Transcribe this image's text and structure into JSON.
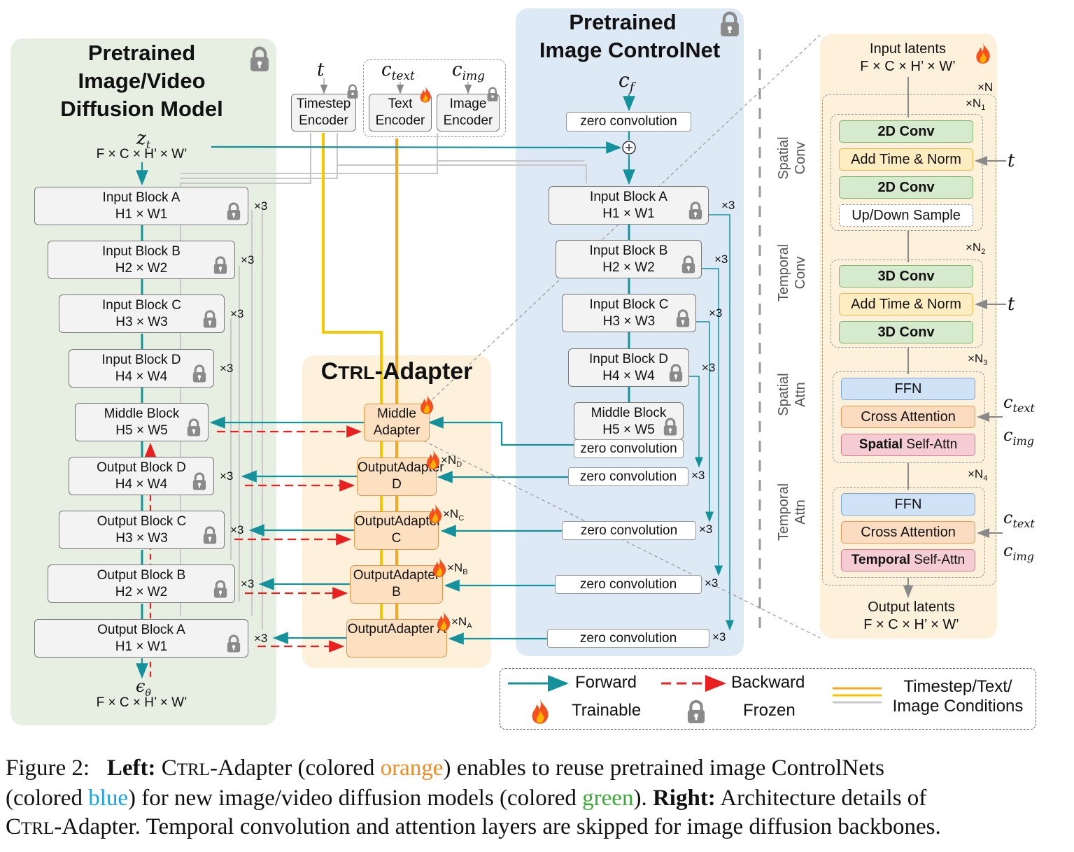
{
  "colors": {
    "green_panel": "#e6efe1",
    "blue_panel": "#dde9f5",
    "orange_panel": "#fdf1dc",
    "forward": "#14919b",
    "backward": "#e8201f",
    "cond_orange": "#f5a623",
    "cond_yellow": "#f7c600",
    "cond_gray": "#c0c0c0",
    "caption_orange": "#f08c24",
    "caption_blue": "#1aa3e8",
    "caption_green": "#3aa935"
  },
  "left": {
    "title": [
      "Pretrained",
      "Image/Video",
      "Diffusion Model"
    ],
    "z": "z",
    "z_sub": "t",
    "z_dim": "F × C × H’ × W’",
    "eps": "ϵ",
    "eps_sub": "θ",
    "eps_dim": "F × C × H’ × W’",
    "blocks": [
      {
        "l1": "Input Block A",
        "l2": "H1 × W1",
        "mult": "×3"
      },
      {
        "l1": "Input Block B",
        "l2": "H2 × W2",
        "mult": "×3"
      },
      {
        "l1": "Input Block C",
        "l2": "H3 × W3",
        "mult": "×3"
      },
      {
        "l1": "Input Block D",
        "l2": "H4 × W4",
        "mult": "×3"
      },
      {
        "l1": "Middle Block",
        "l2": "H5 × W5",
        "mult": ""
      },
      {
        "l1": "Output Block D",
        "l2": "H4 × W4",
        "mult": "×3"
      },
      {
        "l1": "Output Block C",
        "l2": "H3 × W3",
        "mult": "×3"
      },
      {
        "l1": "Output Block B",
        "l2": "H2 × W2",
        "mult": "×3"
      },
      {
        "l1": "Output Block A",
        "l2": "H1 × W1",
        "mult": "×3"
      }
    ]
  },
  "encoders": {
    "t": "t",
    "ctext": "c",
    "ctext_sub": "text",
    "cimg": "c",
    "cimg_sub": "img",
    "timestep": [
      "Timestep",
      "Encoder"
    ],
    "text": [
      "Text",
      "Encoder"
    ],
    "image": [
      "Image",
      "Encoder"
    ]
  },
  "controlnet": {
    "title": [
      "Pretrained",
      "Image ControlNet"
    ],
    "cf": "c",
    "cf_sub": "f",
    "zero_conv": "zero convolution",
    "blocks": [
      {
        "l1": "Input Block A",
        "l2": "H1 × W1",
        "mult": "×3"
      },
      {
        "l1": "Input Block B",
        "l2": "H2 × W2",
        "mult": "×3"
      },
      {
        "l1": "Input Block C",
        "l2": "H3 × W3",
        "mult": "×3"
      },
      {
        "l1": "Input Block D",
        "l2": "H4 × W4",
        "mult": "×3"
      },
      {
        "l1": "Middle Block",
        "l2": "H5 × W5",
        "mult": ""
      }
    ],
    "zero_rows": [
      {
        "label": "zero convolution",
        "mult": "×3"
      },
      {
        "label": "zero convolution",
        "mult": "×3"
      },
      {
        "label": "zero convolution",
        "mult": "×3"
      },
      {
        "label": "zero convolution",
        "mult": "×3"
      }
    ]
  },
  "adapter": {
    "title": "CTRL-Adapter",
    "title_parts": {
      "c": "C",
      "trl": "TRL",
      "rest": "-Adapter"
    },
    "middle": [
      "Middle",
      "Adapter"
    ],
    "outputs": [
      {
        "l1": "Output",
        "l2": "Adapter D",
        "n": "×N",
        "n_sub": "D"
      },
      {
        "l1": "Output",
        "l2": "Adapter C",
        "n": "×N",
        "n_sub": "C"
      },
      {
        "l1": "Output",
        "l2": "Adapter B",
        "n": "×N",
        "n_sub": "B"
      },
      {
        "l1": "Output",
        "l2": "Adapter A",
        "n": "×N",
        "n_sub": "A"
      }
    ]
  },
  "detail": {
    "input": [
      "Input latents",
      "F × C × H’ × W’"
    ],
    "output": [
      "Output latents",
      "F × C × H’ × W’"
    ],
    "xN": "×N",
    "groups": [
      {
        "label": [
          "Spatial",
          "Conv"
        ],
        "n": "×N",
        "n_sub": "1"
      },
      {
        "label": [
          "Temporal",
          "Conv"
        ],
        "n": "×N",
        "n_sub": "2"
      },
      {
        "label": [
          "Spatial",
          "Attn"
        ],
        "n": "×N",
        "n_sub": "3"
      },
      {
        "label": [
          "Temporal",
          "Attn"
        ],
        "n": "×N",
        "n_sub": "4"
      }
    ],
    "layers": {
      "conv2d_a": "2D Conv",
      "time_norm_1": "Add Time & Norm",
      "conv2d_b": "2D Conv",
      "updown": "Up/Down Sample",
      "conv3d_a": "3D Conv",
      "time_norm_2": "Add Time & Norm",
      "conv3d_b": "3D Conv",
      "ffn_1": "FFN",
      "cross_1": "Cross Attention",
      "sself_bold": "Spatial",
      "sself_rest": " Self-Attn",
      "ffn_2": "FFN",
      "cross_2": "Cross Attention",
      "tself_bold": "Temporal",
      "tself_rest": " Self-Attn"
    },
    "t": "t",
    "ctext": "c",
    "ctext_sub": "text",
    "cimg": "c",
    "cimg_sub": "img"
  },
  "legend": {
    "forward": "Forward",
    "backward": "Backward",
    "trainable": "Trainable",
    "frozen": "Frozen",
    "conditions": [
      "Timestep/Text/",
      "Image Conditions"
    ]
  },
  "caption": {
    "fig": "Figure 2:",
    "left": "Left:",
    "c": "C",
    "trl": "TRL",
    "t1": "-Adapter (colored ",
    "orange": "orange",
    "t2": ") enables to reuse pretrained image ControlNets",
    "t3": "(colored ",
    "blue": "blue",
    "t4": ") for new image/video diffusion models (colored ",
    "green": "green",
    "t5": "). ",
    "right": "Right:",
    "t6": " Architecture details of",
    "t7": "-Adapter. Temporal convolution and attention layers are skipped for image diffusion backbones."
  }
}
